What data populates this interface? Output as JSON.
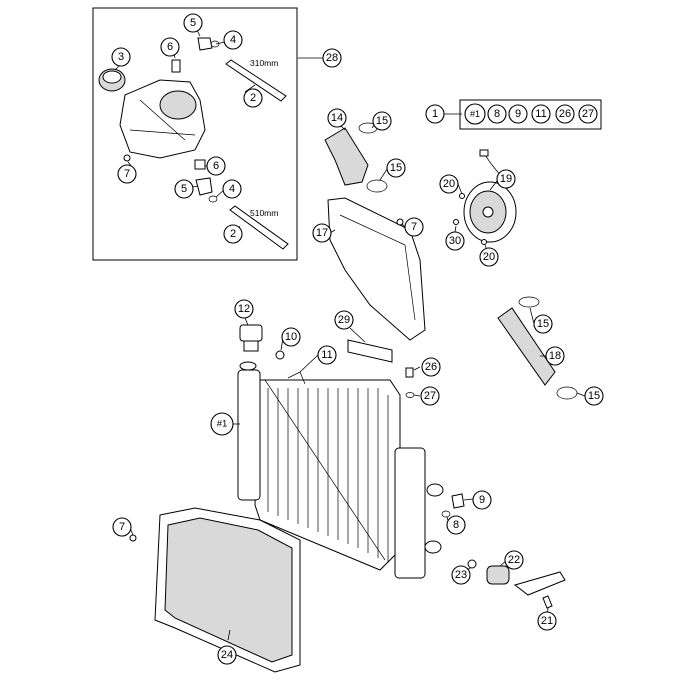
{
  "callouts": {
    "c28": "28",
    "c3": "3",
    "c6a": "6",
    "c5a": "5",
    "c4a": "4",
    "c2a": "2",
    "c7a": "7",
    "c6b": "6",
    "c5b": "5",
    "c4b": "4",
    "c2b": "2",
    "c1": "1",
    "c14": "14",
    "c15a": "15",
    "c15b": "15",
    "c20a": "20",
    "c19": "19",
    "c30": "30",
    "c20b": "20",
    "c17": "17",
    "c7b": "7",
    "c12": "12",
    "c10": "10",
    "c11": "11",
    "c29": "29",
    "c26": "26",
    "c27": "27",
    "c15c": "15",
    "c18": "18",
    "c15d": "15",
    "cr1": "#1",
    "c9": "9",
    "c8": "8",
    "c7c": "7",
    "c22": "22",
    "c23": "23",
    "c21": "21",
    "c24": "24"
  },
  "kit": [
    "#1",
    "8",
    "9",
    "11",
    "26",
    "27"
  ],
  "hose_lengths": {
    "upper": "310mm",
    "lower": "510mm"
  }
}
